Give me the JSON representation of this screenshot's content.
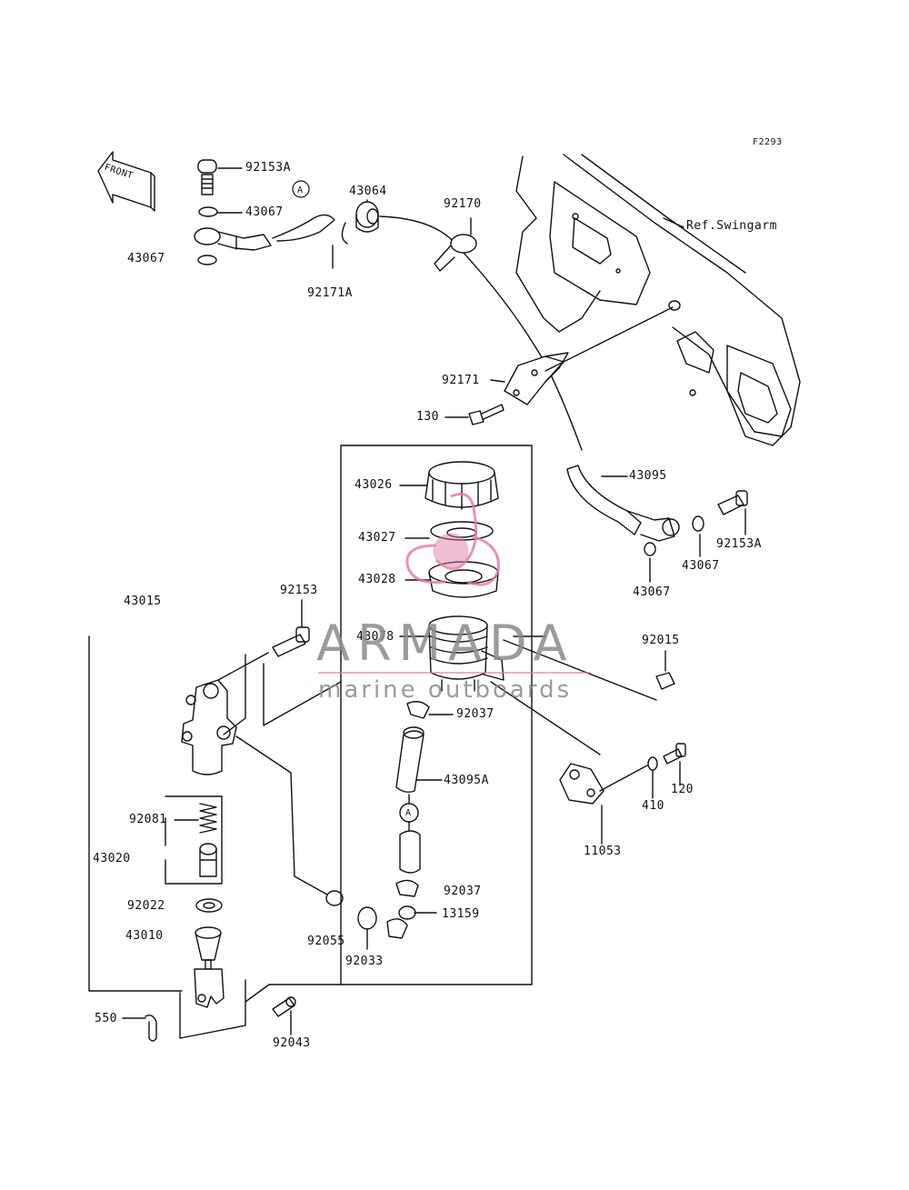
{
  "figure_id": "F2293",
  "front_label": "FRONT",
  "ref_swingarm": "Ref.Swingarm",
  "callout_a": "A",
  "watermark": {
    "brand": "ARMADA",
    "tagline": "marine outboards",
    "colors": {
      "logo": "#e07aa8",
      "text": "#8a8a8a"
    }
  },
  "parts": {
    "p92153A_top": "92153A",
    "p43067_top": "43067",
    "p43067_left": "43067",
    "p43064": "43064",
    "p92170": "92170",
    "p92171A": "92171A",
    "p92171": "92171",
    "p130": "130",
    "p43095": "43095",
    "p92153A_right": "92153A",
    "p43067_right1": "43067",
    "p43067_right2": "43067",
    "p43026": "43026",
    "p43027": "43027",
    "p43028": "43028",
    "p43078": "43078",
    "p43015": "43015",
    "p92153": "92153",
    "p92015": "92015",
    "p92037_top": "92037",
    "p43095A": "43095A",
    "p410": "410",
    "p120": "120",
    "p11053": "11053",
    "p92081": "92081",
    "p43020": "43020",
    "p92037_bot": "92037",
    "p13159": "13159",
    "p92022": "92022",
    "p92055": "92055",
    "p92033": "92033",
    "p43010": "43010",
    "p550": "550",
    "p92043": "92043"
  }
}
